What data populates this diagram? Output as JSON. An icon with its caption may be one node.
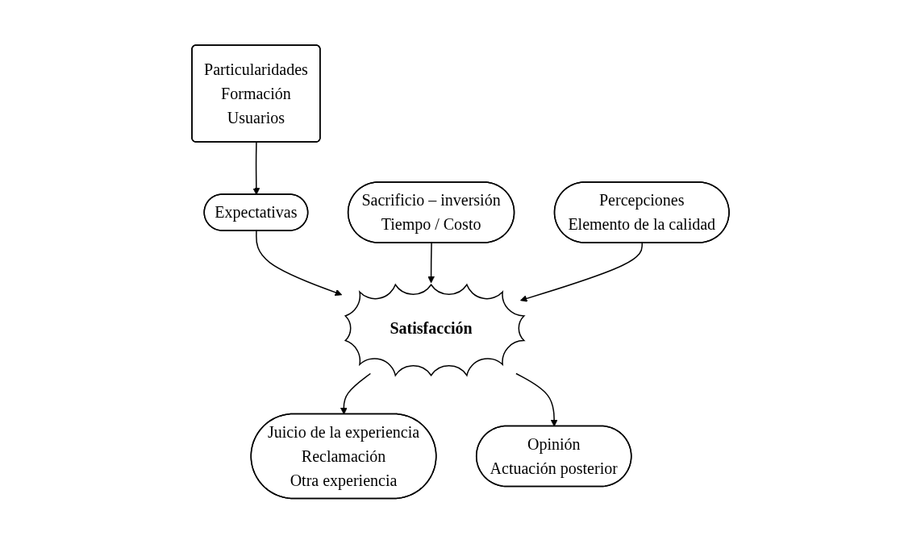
{
  "diagram": {
    "nodes": [
      {
        "text": [
          "Particularidades",
          "Formación",
          "Usuarios"
        ]
      },
      {
        "text": [
          "Expectativas"
        ]
      },
      {
        "text": [
          "Sacrificio – inversión",
          "Tiempo / Costo"
        ]
      },
      {
        "text": [
          "Satisfacción"
        ]
      },
      {
        "text": [
          "Percepciones",
          "Elemento de la calidad"
        ]
      },
      {
        "text": [
          "Juicio de la experiencia",
          "Reclamación",
          "Otra experiencia"
        ]
      },
      {
        "text": [
          "Opinión",
          "Actuación posterior"
        ]
      }
    ],
    "edges": [
      {
        "from": 0,
        "to": 1,
        "arrow": "to"
      },
      {
        "from": 1,
        "to": 3,
        "arrow": "to"
      },
      {
        "from": 2,
        "to": 3,
        "arrow": "to"
      },
      {
        "from": 4,
        "to": 3,
        "arrow": "to"
      },
      {
        "from": 3,
        "to": 5,
        "arrow": "to"
      },
      {
        "from": 3,
        "to": 6,
        "arrow": "to"
      }
    ]
  }
}
